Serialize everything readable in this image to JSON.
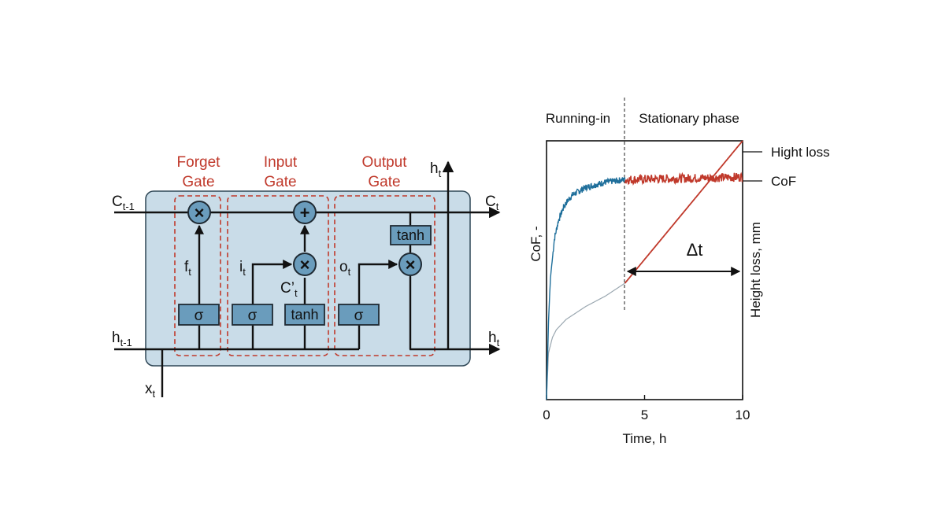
{
  "lstm": {
    "gates": {
      "forget": [
        "Forget",
        "Gate"
      ],
      "input": [
        "Input",
        "Gate"
      ],
      "output": [
        "Output",
        "Gate"
      ]
    },
    "activations": {
      "sigma": "σ",
      "tanh": "tanh"
    },
    "ops": {
      "multiply": "×",
      "add": "+"
    },
    "labels": {
      "c_prev": {
        "base": "C",
        "sub": "t-1"
      },
      "c_next": {
        "base": "C",
        "sub": "t"
      },
      "h_prev": {
        "base": "h",
        "sub": "t-1"
      },
      "h_next": {
        "base": "h",
        "sub": "t"
      },
      "h_out": {
        "base": "h",
        "sub": "t"
      },
      "x_in": {
        "base": "x",
        "sub": "t"
      },
      "f": {
        "base": "f",
        "sub": "t"
      },
      "i": {
        "base": "i",
        "sub": "t"
      },
      "o": {
        "base": "o",
        "sub": "t"
      },
      "c_cand": {
        "base": "C’",
        "sub": "t"
      }
    },
    "colors": {
      "cell_bg": "#c9dce8",
      "gate_accent": "#c0392b",
      "op_fill": "#6a9cbc"
    }
  },
  "chart_data": {
    "type": "line",
    "phases": [
      "Running-in",
      "Stationary phase"
    ],
    "xlabel": "Time, h",
    "ylabel_left": "CoF, -",
    "ylabel_right": "Height loss, mm",
    "xlim": [
      0,
      10
    ],
    "xticks": [
      "0",
      "5",
      "10"
    ],
    "phase_boundary_x": 4,
    "delta_label": "Δt",
    "series": [
      {
        "name": "Hight loss",
        "color": "#c0392b",
        "x": [
          0,
          0.1,
          0.3,
          0.5,
          1.0,
          2.0,
          3.0,
          4.0,
          10.0
        ],
        "y_rel": [
          0.0,
          0.18,
          0.24,
          0.27,
          0.31,
          0.36,
          0.4,
          0.45,
          1.0
        ]
      },
      {
        "name": "CoF",
        "color": "#1f6f9b",
        "x": [
          0,
          0.1,
          0.2,
          0.4,
          0.6,
          0.9,
          1.3,
          2.0,
          3.0,
          4.0,
          10.0
        ],
        "y_rel": [
          0.0,
          0.3,
          0.47,
          0.62,
          0.69,
          0.75,
          0.79,
          0.82,
          0.84,
          0.85,
          0.86
        ]
      }
    ],
    "colors": {
      "running_in_cof": "#1f6f9b",
      "stationary": "#c0392b",
      "running_in_height": "#9aa7b0"
    }
  }
}
